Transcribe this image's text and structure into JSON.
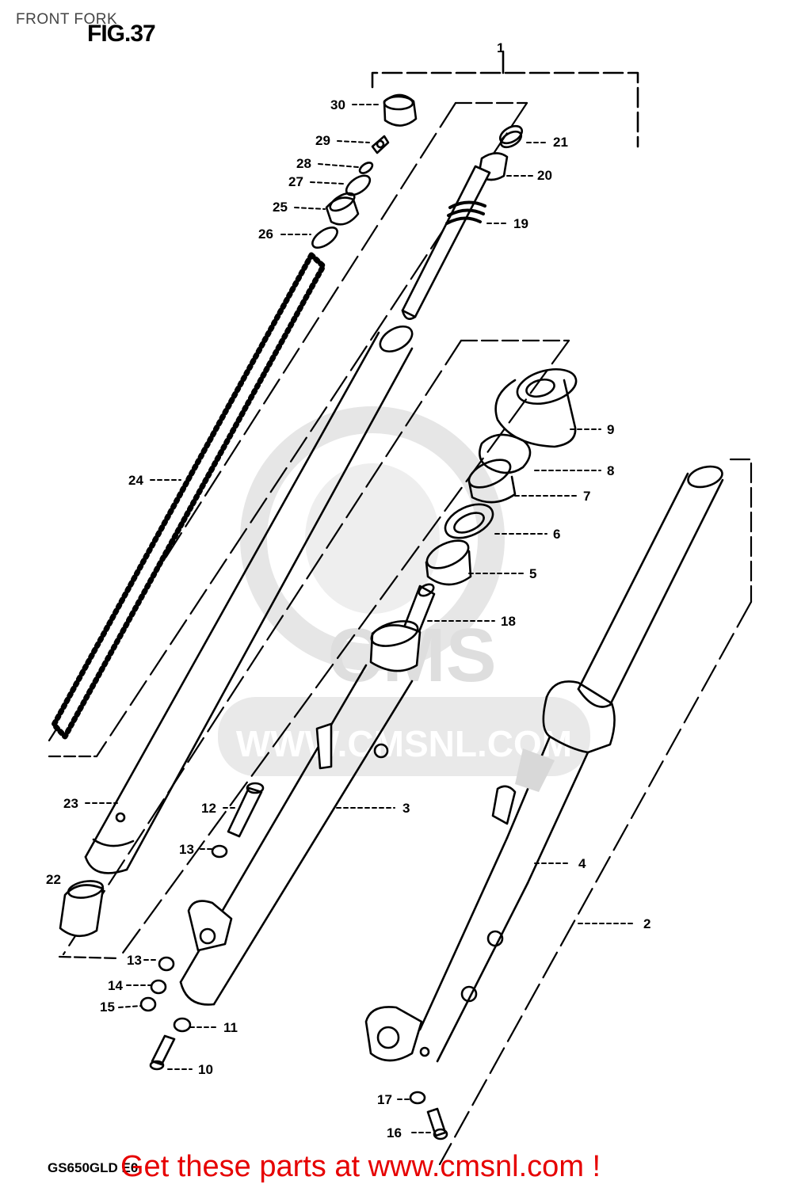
{
  "header": {
    "page_title": "FRONT FORK"
  },
  "figure": {
    "title": "FIG.37",
    "model_code": "GS650GLD E0"
  },
  "watermark": {
    "brand": "CMS",
    "url": "WWW.CMSNL.COM"
  },
  "callouts": [
    {
      "id": "1",
      "label": "1"
    },
    {
      "id": "2",
      "label": "2"
    },
    {
      "id": "3",
      "label": "3"
    },
    {
      "id": "4",
      "label": "4"
    },
    {
      "id": "5",
      "label": "5"
    },
    {
      "id": "6",
      "label": "6"
    },
    {
      "id": "7",
      "label": "7"
    },
    {
      "id": "8",
      "label": "8"
    },
    {
      "id": "9",
      "label": "9"
    },
    {
      "id": "10",
      "label": "10"
    },
    {
      "id": "11",
      "label": "11"
    },
    {
      "id": "12",
      "label": "12"
    },
    {
      "id": "13a",
      "label": "13"
    },
    {
      "id": "13b",
      "label": "13"
    },
    {
      "id": "14",
      "label": "14"
    },
    {
      "id": "15",
      "label": "15"
    },
    {
      "id": "16",
      "label": "16"
    },
    {
      "id": "17",
      "label": "17"
    },
    {
      "id": "18",
      "label": "18"
    },
    {
      "id": "19",
      "label": "19"
    },
    {
      "id": "20",
      "label": "20"
    },
    {
      "id": "21",
      "label": "21"
    },
    {
      "id": "22",
      "label": "22"
    },
    {
      "id": "23",
      "label": "23"
    },
    {
      "id": "24",
      "label": "24"
    },
    {
      "id": "25",
      "label": "25"
    },
    {
      "id": "26",
      "label": "26"
    },
    {
      "id": "27",
      "label": "27"
    },
    {
      "id": "28",
      "label": "28"
    },
    {
      "id": "29",
      "label": "29"
    },
    {
      "id": "30",
      "label": "30"
    }
  ],
  "footer": {
    "promo_text": "Get these parts at www.cmsnl.com !"
  },
  "colors": {
    "line": "#000000",
    "promo": "#e60000",
    "watermark": "#e4e4e4"
  }
}
